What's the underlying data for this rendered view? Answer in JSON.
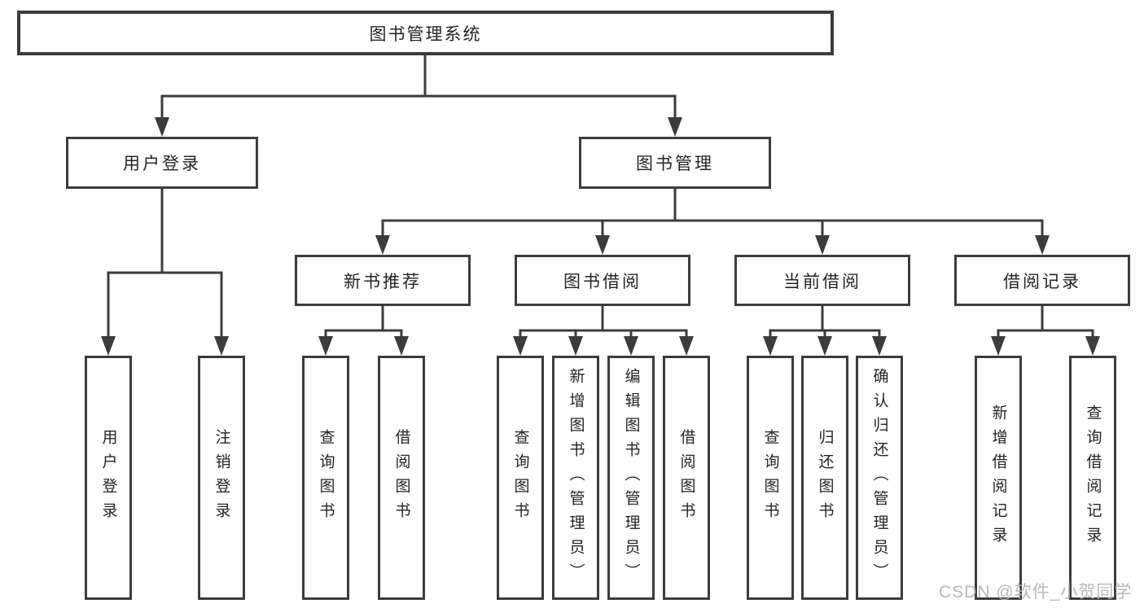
{
  "diagram_title": "图书管理系统",
  "nodes": {
    "root": {
      "label": "图书管理系统"
    },
    "level2": [
      {
        "id": "user-login",
        "label": "用户登录"
      },
      {
        "id": "book-management",
        "label": "图书管理"
      }
    ],
    "level3": [
      {
        "id": "new-book-recommend",
        "label": "新书推荐"
      },
      {
        "id": "book-borrowing",
        "label": "图书借阅"
      },
      {
        "id": "current-borrowing",
        "label": "当前借阅"
      },
      {
        "id": "borrowing-records",
        "label": "借阅记录"
      }
    ],
    "leaves": [
      {
        "id": "user-login-leaf",
        "parent": "user-login",
        "label": "用户登录"
      },
      {
        "id": "logout",
        "parent": "user-login",
        "label": "注销登录"
      },
      {
        "id": "query-books-recommend",
        "parent": "new-book-recommend",
        "label": "查询图书"
      },
      {
        "id": "borrow-books-recommend",
        "parent": "new-book-recommend",
        "label": "借阅图书"
      },
      {
        "id": "query-books-borrowing",
        "parent": "book-borrowing",
        "label": "查询图书"
      },
      {
        "id": "add-book-admin",
        "parent": "book-borrowing",
        "label": "新增图书（管理员）"
      },
      {
        "id": "edit-book-admin",
        "parent": "book-borrowing",
        "label": "编辑图书（管理员）"
      },
      {
        "id": "borrow-books-borrowing",
        "parent": "book-borrowing",
        "label": "借阅图书"
      },
      {
        "id": "query-books-current",
        "parent": "current-borrowing",
        "label": "查询图书"
      },
      {
        "id": "return-books",
        "parent": "current-borrowing",
        "label": "归还图书"
      },
      {
        "id": "confirm-return-admin",
        "parent": "current-borrowing",
        "label": "确认归还（管理员）"
      },
      {
        "id": "add-borrow-record",
        "parent": "borrowing-records",
        "label": "新增借阅记录"
      },
      {
        "id": "query-borrow-record",
        "parent": "borrowing-records",
        "label": "查询借阅记录"
      }
    ]
  },
  "watermark": "CSDN @软件_小贺同学",
  "colors": {
    "line": "#3c3c3c",
    "text": "#242424",
    "background": "#ffffff",
    "watermark": "#b2b2b2"
  }
}
